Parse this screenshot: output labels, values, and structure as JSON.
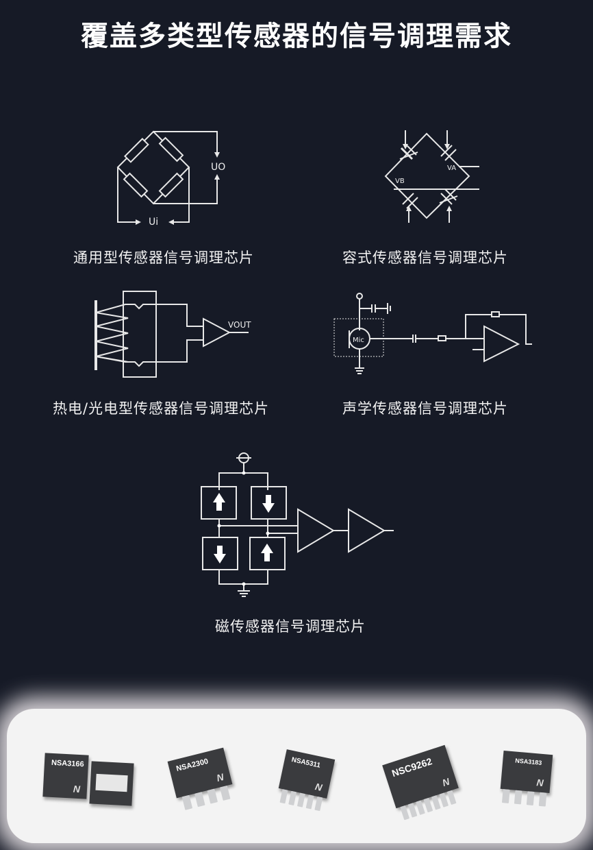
{
  "header": {
    "title": "覆盖多类型传感器的信号调理需求"
  },
  "sensors": [
    {
      "label": "通用型传感器信号调理芯片",
      "diagram": "wheatstone-bridge",
      "texts": {
        "output": "UO",
        "input": "Ui"
      }
    },
    {
      "label": "容式传感器信号调理芯片",
      "diagram": "capacitive-bridge",
      "texts": {
        "va": "VA",
        "vb": "VB"
      }
    },
    {
      "label": "热电/光电型传感器信号调理芯片",
      "diagram": "thermopile-amplifier",
      "texts": {
        "output": "VOUT"
      }
    },
    {
      "label": "声学传感器信号调理芯片",
      "diagram": "microphone-amplifier",
      "texts": {
        "mic": "Mic"
      }
    },
    {
      "label": "磁传感器信号调理芯片",
      "diagram": "magnetic-bridge-amplifier",
      "texts": {}
    }
  ],
  "products": [
    {
      "name": "NSA3166",
      "logo": "N"
    },
    {
      "name": "NSA2300",
      "logo": "N"
    },
    {
      "name": "NSA5311",
      "logo": "N"
    },
    {
      "name": "NSC9262",
      "logo": "N"
    },
    {
      "name": "NSA3183",
      "logo": "N"
    }
  ],
  "colors": {
    "background": "#161a26",
    "line": "#e8e8e8",
    "text": "#ffffff",
    "product_bg": "#f3f3f3",
    "chip": "#3a3b3e"
  }
}
